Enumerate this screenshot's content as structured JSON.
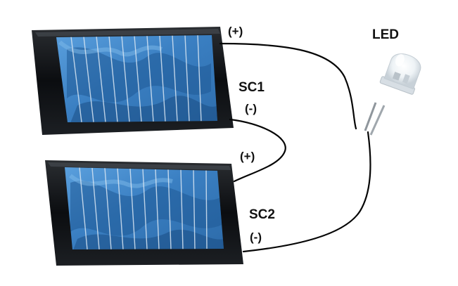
{
  "labels": {
    "led": "LED",
    "sc1": "SC1",
    "sc2": "SC2",
    "sc1_positive": "(+)",
    "sc1_negative": "(-)",
    "sc2_positive": "(+)",
    "sc2_negative": "(-)"
  },
  "colors": {
    "panel_frame": "#0b0d10",
    "cell_blue": "#3f86c8",
    "cell_dark": "#1d4f86",
    "wire": "#050505",
    "led_body": "#e9eef2"
  },
  "icons": {
    "panel": "solar-panel-icon",
    "led": "led-bulb-icon"
  }
}
